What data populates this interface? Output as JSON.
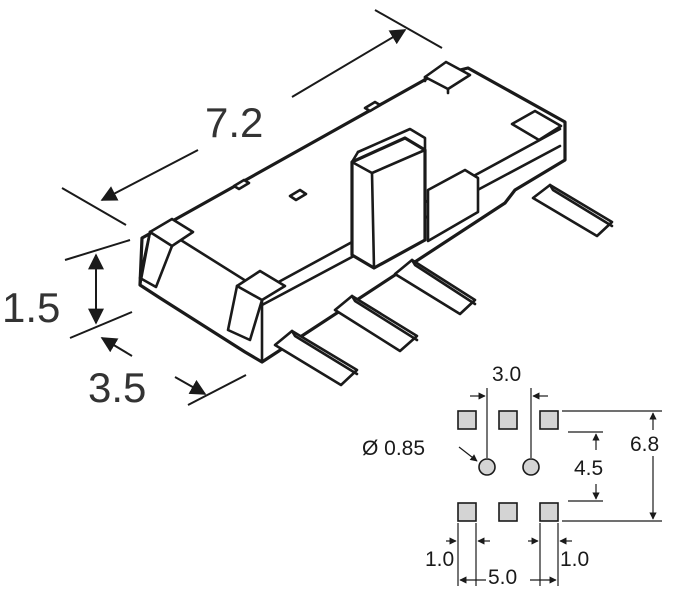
{
  "dimensions": {
    "length": "7.2",
    "height": "1.5",
    "width": "3.5"
  },
  "footprint": {
    "top_spacing": "3.0",
    "hole_diameter": "Ø 0.85",
    "inner_vertical": "4.5",
    "outer_vertical": "6.8",
    "pad_width_left": "1.0",
    "pad_width_right": "1.0",
    "bottom_spacing": "5.0"
  },
  "colors": {
    "line": "#1a1a1a",
    "label": "#333333",
    "pad_fill": "#d4d4d4"
  }
}
